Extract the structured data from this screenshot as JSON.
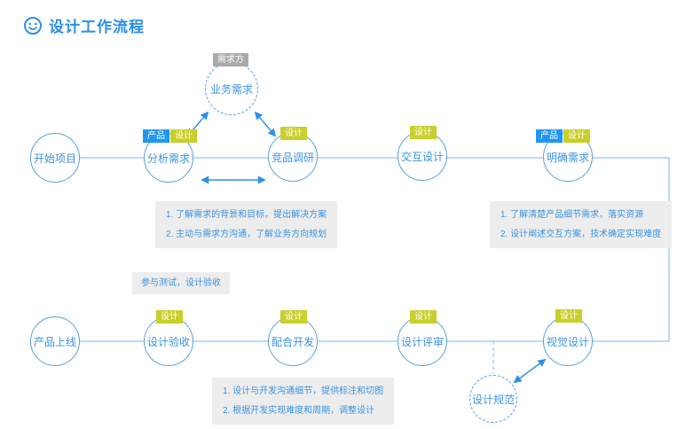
{
  "title": "设计工作流程",
  "colors": {
    "accent_blue": "#2b8ee8",
    "node_border_blue": "#55a0e0",
    "tag_blue": "#2196f3",
    "tag_yellow": "#c9cf2b",
    "tag_gray": "#a9a9a9",
    "note_bg": "#ededed"
  },
  "tags": {
    "product": "产品",
    "design": "设计",
    "stakeholder": "需求方"
  },
  "nodes": {
    "start": "开始项目",
    "analyze": "分析需求",
    "business": "业务需求",
    "research": "竞品调研",
    "interaction": "交互设计",
    "clarify": "明确需求",
    "launch": "产品上线",
    "acceptance": "设计验收",
    "develop": "配合开发",
    "review": "设计评审",
    "visual": "视觉设计",
    "spec": "设计规范"
  },
  "notes": {
    "analyze": {
      "line1": "1. 了解需求的背景和目标，提出解决方案",
      "line2": "2. 主动与需求方沟通，了解业务方向规划"
    },
    "clarify": {
      "line1": "1. 了解清楚产品细节需求，落实资源",
      "line2": "2. 设计阐述交互方案，技术确定实现难度"
    },
    "test": "参与测试，设计验收",
    "develop": {
      "line1": "1. 设计与开发沟通细节，提供标注和切图",
      "line2": "2. 根据开发实现难度和周期，调整设计"
    }
  }
}
